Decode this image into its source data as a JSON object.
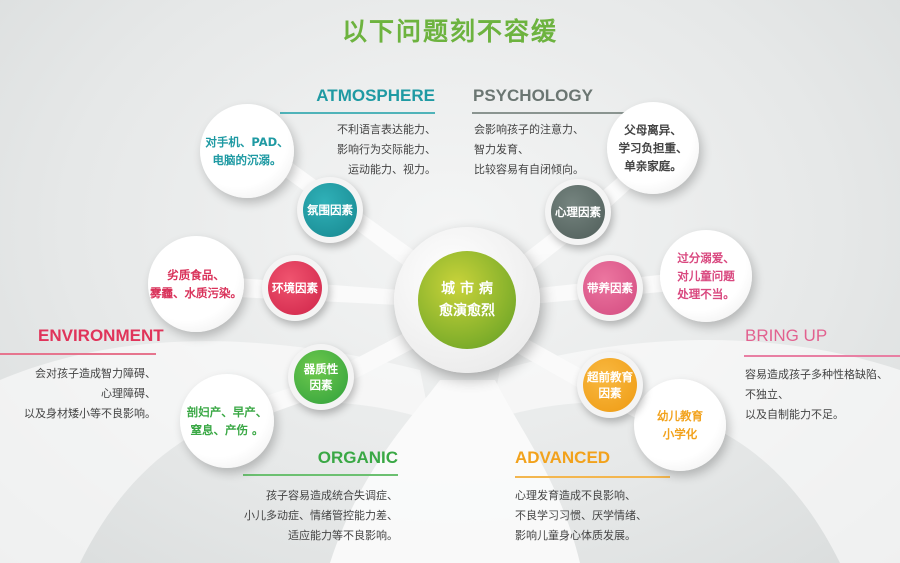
{
  "title": "以下问题刻不容缓",
  "center": {
    "line1": "城 市 病",
    "line2": "愈演愈烈"
  },
  "colors": {
    "title": "#6db33f",
    "atmosphere": "#1f9aa3",
    "psychology": "#5e6e6a",
    "environment": "#e0345a",
    "bringup": "#e2618f",
    "organic": "#3aa845",
    "advanced": "#f2a21c"
  },
  "sections": {
    "atmosphere": {
      "heading": "ATMOSPHERE",
      "desc": [
        "不利语言表达能力、",
        "影响行为交际能力、",
        "运动能力、视力。"
      ],
      "factor": "氛围因素",
      "cause": [
        "对手机、PAD、",
        "电脑的沉溺。"
      ]
    },
    "psychology": {
      "heading": "PSYCHOLOGY",
      "desc": [
        "会影响孩子的注意力、",
        "智力发育、",
        "比较容易有自闭倾向。"
      ],
      "factor": "心理因素",
      "cause": [
        "父母离异、",
        "学习负担重、",
        "单亲家庭。"
      ]
    },
    "environment": {
      "heading": "ENVIRONMENT",
      "desc": [
        "会对孩子造成智力障碍、",
        "心理障碍、",
        "以及身材矮小等不良影响。"
      ],
      "factor": "环境因素",
      "cause": [
        "劣质食品、",
        "雾霾、水质污染。"
      ]
    },
    "bringup": {
      "heading": "BRING UP",
      "desc": [
        "容易造成孩子多种性格缺陷、",
        "不独立、",
        "以及自制能力不足。"
      ],
      "factor": "带养因素",
      "cause": [
        "过分溺爱、",
        "对儿童问题",
        "处理不当。"
      ]
    },
    "organic": {
      "heading": "ORGANIC",
      "desc": [
        "孩子容易造成统合失调症、",
        "小儿多动症、情绪管控能力差、",
        "适应能力等不良影响。"
      ],
      "factor": [
        "器质性",
        "因素"
      ],
      "cause": [
        "剖妇产、早产、",
        "窒息、产伤 。"
      ]
    },
    "advanced": {
      "heading": "ADVANCED",
      "desc": [
        "心理发育造成不良影响、",
        "不良学习习惯、厌学情绪、",
        "影响儿童身心体质发展。"
      ],
      "factor": [
        "超前教育",
        "因素"
      ],
      "cause": [
        "幼儿教育",
        "小学化"
      ]
    }
  }
}
